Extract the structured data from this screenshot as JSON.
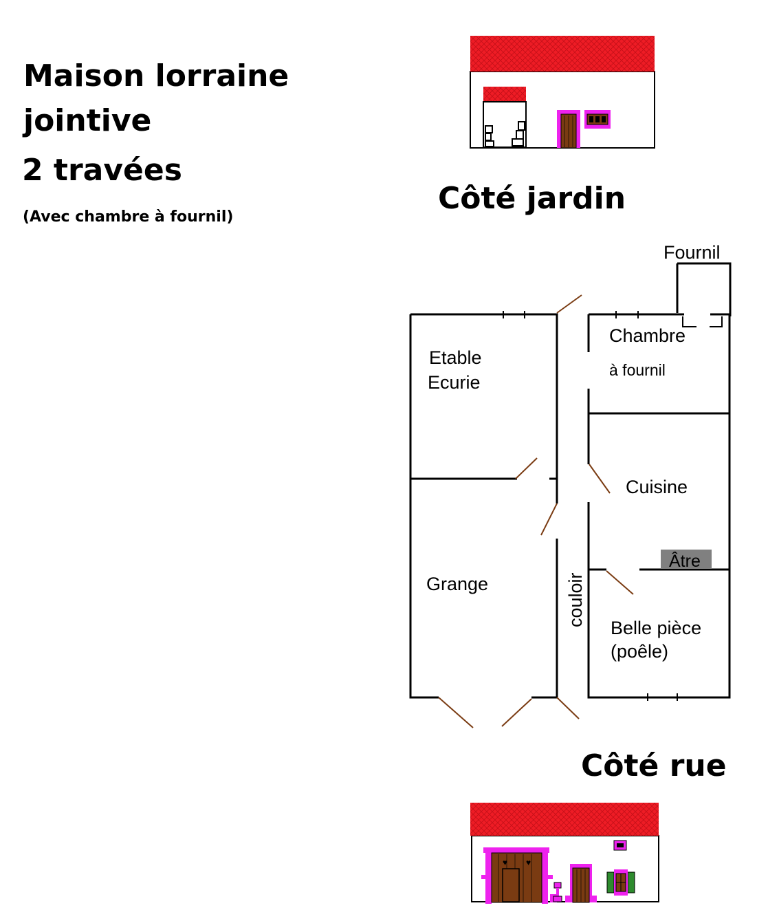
{
  "title": {
    "line1": "Maison lorraine",
    "line2": "jointive",
    "line3": "2 travées",
    "subtitle": "(Avec chambre à fournil)"
  },
  "sides": {
    "garden": "Côté jardin",
    "street": "Côté rue"
  },
  "rooms": {
    "fournil": "Fournil",
    "chambre": "Chambre",
    "a_fournil": "à fournil",
    "etable": "Etable",
    "ecurie": "Ecurie",
    "cuisine": "Cuisine",
    "atre": "Âtre",
    "grange": "Grange",
    "couloir": "couloir",
    "belle_piece": "Belle pièce",
    "poele": "(poêle)"
  },
  "colors": {
    "roof": "#ee1c25",
    "frame": "#ee22ee",
    "wood": "#7a3b12",
    "shutter": "#2e8b2e",
    "hearth": "#808080",
    "door_swing": "#7a3b12"
  }
}
